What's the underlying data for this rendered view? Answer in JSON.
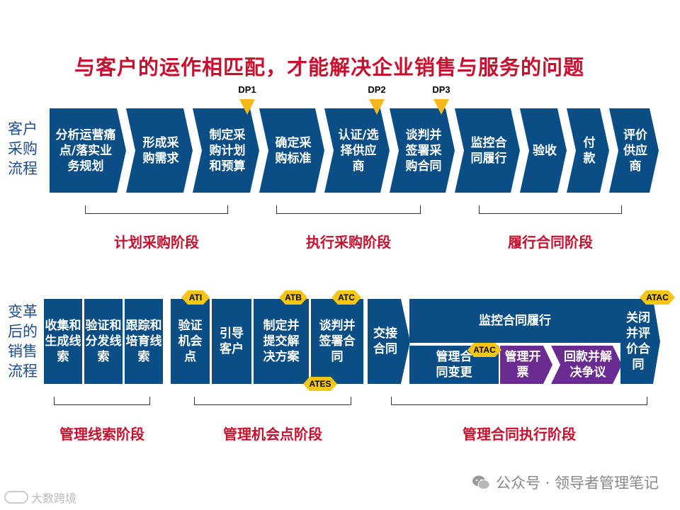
{
  "title": "与客户的运作相匹配，才能解决企业销售与服务的问题",
  "rows": {
    "customer_label": "客户\n采购\n流程",
    "sales_label": "变革\n后的\n销售\n流程"
  },
  "customer_steps": [
    "分析运营痛点/落实业务规划",
    "形成采购需求",
    "制定采购计划和预算",
    "确定采购标准",
    "认证/选择供应商",
    "谈判并签署采购合同",
    "监控合同履行",
    "验收",
    "付款",
    "评价供应商"
  ],
  "decision_points": [
    "DP1",
    "DP2",
    "DP3"
  ],
  "customer_stages": [
    "计划采购阶段",
    "执行采购阶段",
    "履行合同阶段"
  ],
  "sales_steps": {
    "lead_1": "收集和生成线索",
    "lead_2": "验证和分发线索",
    "lead_3": "跟踪和培育线索",
    "opp_1": "验证机会点",
    "opp_2": "引导客户",
    "opp_3": "制定并提交解决方案",
    "opp_4": "谈判并签署合同",
    "exec_1": "交接合同",
    "exec_top": "监控合同履行",
    "exec_sub1": "管理合同变更",
    "exec_sub2": "管理开票",
    "exec_sub3": "回款并解决争议",
    "exec_last": "关闭并评价合同"
  },
  "markers": {
    "ati": "ATI",
    "atb": "ATB",
    "atc": "ATC",
    "ates": "ATES",
    "atac_mid": "ATAC",
    "atac_end": "ATAC"
  },
  "sales_stages": [
    "管理线索阶段",
    "管理机会点阶段",
    "管理合同执行阶段"
  ],
  "footer": {
    "wechat": "公众号 · 领导者管理笔记",
    "watermark": "大数跨境"
  },
  "colors": {
    "step_blue": "#0b4e86",
    "step_purple": "#6a2c91",
    "title_red": "#c8102e",
    "marker_yellow": "#f5c518"
  }
}
